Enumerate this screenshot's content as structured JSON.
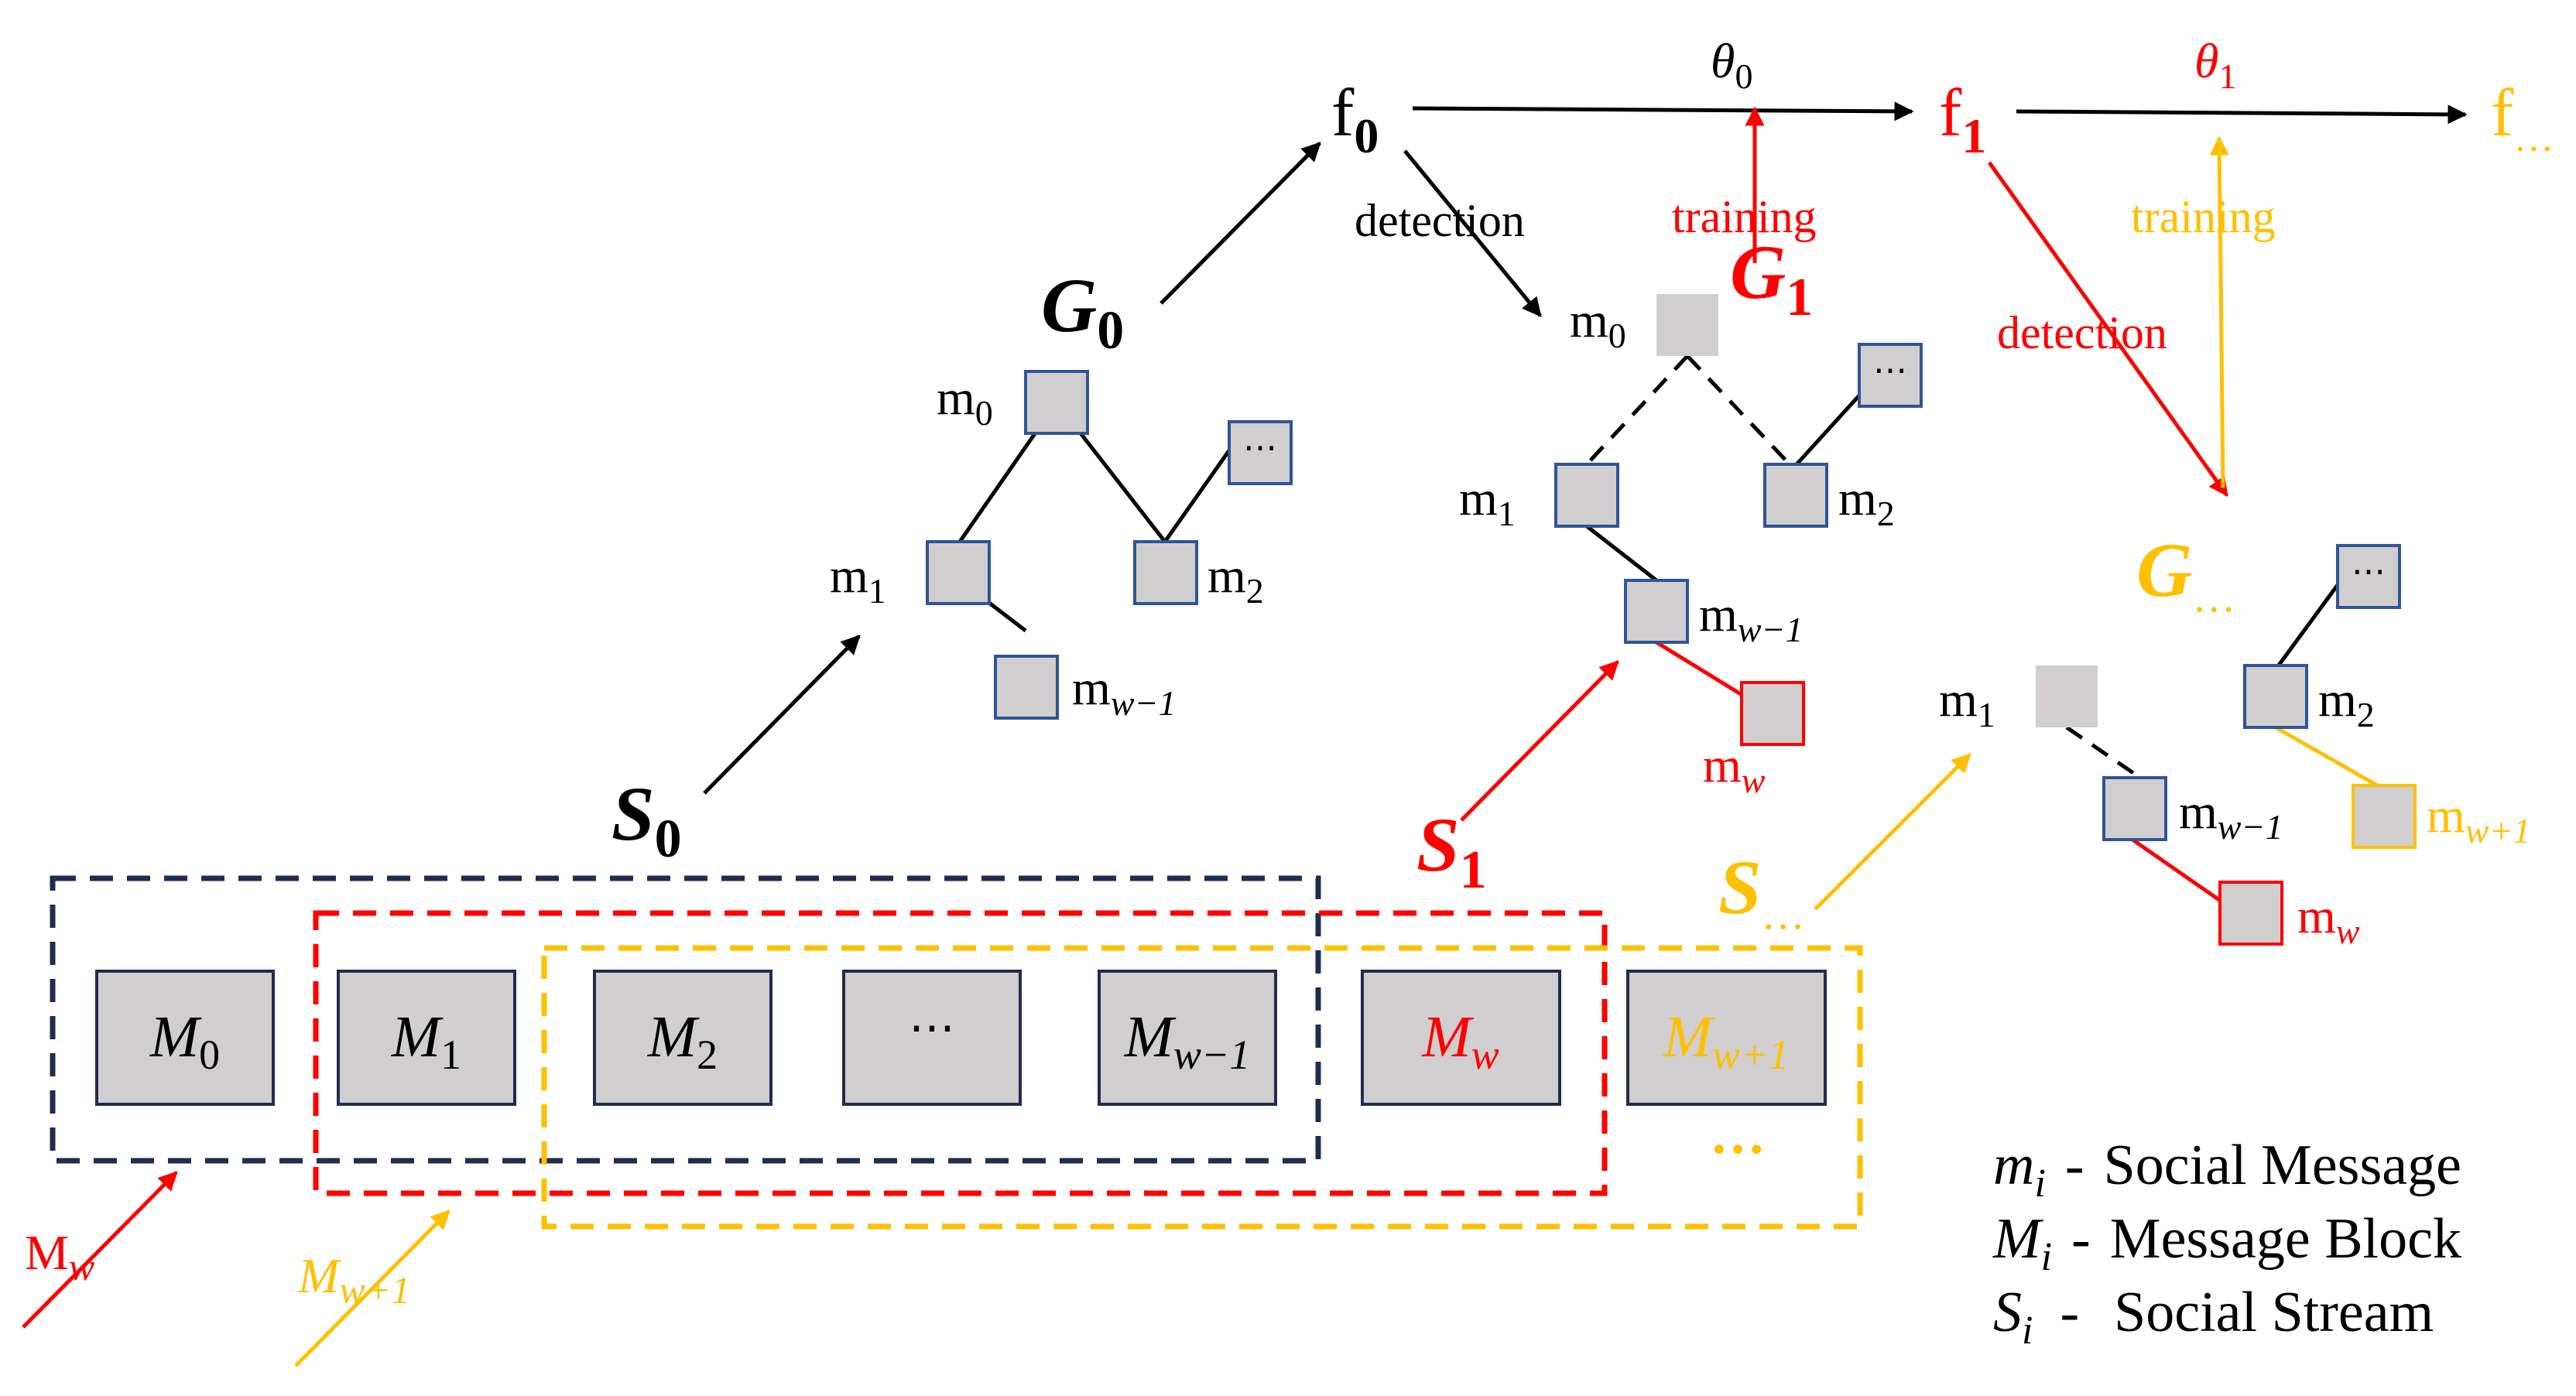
{
  "colors": {
    "black": "#000000",
    "red": "#ff0000",
    "gold": "#ffc000",
    "navy": "#1f2d4f",
    "node_fill": "#d0cece",
    "node_stroke": "#2f5597"
  },
  "models": {
    "f0": {
      "base": "f",
      "sub": "0"
    },
    "f1": {
      "base": "f",
      "sub": "1"
    },
    "fdots": {
      "base": "f",
      "sub": "…"
    }
  },
  "params": {
    "theta0": {
      "base": "θ",
      "sub": "0"
    },
    "theta1": {
      "base": "θ",
      "sub": "1"
    }
  },
  "arrow_labels": {
    "detection_0": "detection",
    "training_0": "training",
    "detection_1": "detection",
    "training_1": "training"
  },
  "graphs": {
    "g0": {
      "base": "G",
      "sub": "0"
    },
    "g1": {
      "base": "G",
      "sub": "1"
    },
    "gdots": {
      "base": "G",
      "sub": "…"
    }
  },
  "streams": {
    "s0": {
      "base": "S",
      "sub": "0"
    },
    "s1": {
      "base": "S",
      "sub": "1"
    },
    "sdots": {
      "base": "S",
      "sub": "…"
    }
  },
  "nodes": {
    "m0": {
      "base": "m",
      "sub": "0"
    },
    "m1": {
      "base": "m",
      "sub": "1"
    },
    "m2": {
      "base": "m",
      "sub": "2"
    },
    "mw1": {
      "base": "m",
      "sub": "w−1"
    },
    "mw": {
      "base": "m",
      "sub": "w"
    },
    "mwp1": {
      "base": "m",
      "sub": "w+1"
    },
    "dots": "⋯"
  },
  "blocks": [
    {
      "base": "M",
      "sub": "0"
    },
    {
      "base": "M",
      "sub": "1"
    },
    {
      "base": "M",
      "sub": "2"
    },
    {
      "base": "⋯",
      "sub": ""
    },
    {
      "base": "M",
      "sub": "w−1"
    },
    {
      "base": "M",
      "sub": "w"
    },
    {
      "base": "M",
      "sub": "w+1"
    }
  ],
  "below_block_dots": "…",
  "incoming": {
    "mw": {
      "base": "M",
      "sub": "w"
    },
    "mwp1": {
      "base": "M",
      "sub": "w+1"
    }
  },
  "legend": [
    {
      "sym": "m",
      "sub": "i",
      "dash": "-",
      "text": "Social Message"
    },
    {
      "sym": "M",
      "sub": "i",
      "dash": "-",
      "text": "Message Block"
    },
    {
      "sym": "S",
      "sub": "i",
      "dash": "-",
      "text": "Social  Stream"
    }
  ]
}
